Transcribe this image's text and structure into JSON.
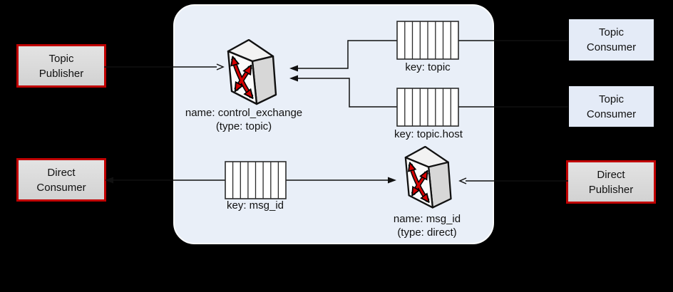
{
  "nodes": {
    "topic_publisher": {
      "label": "Topic Publisher"
    },
    "direct_consumer": {
      "label": "Direct Consumer"
    },
    "topic_consumer_top": {
      "label": "Topic Consumer"
    },
    "topic_consumer_bottom": {
      "label": "Topic Consumer"
    },
    "direct_publisher": {
      "label": "Direct Publisher"
    }
  },
  "broker": {
    "exchanges": [
      {
        "name_label": "name: control_exchange",
        "type_label": "(type: topic)",
        "icon": "exchange-switch-icon"
      },
      {
        "name_label": "name: msg_id",
        "type_label": "(type: direct)",
        "icon": "exchange-switch-icon"
      }
    ],
    "queues": [
      {
        "label": "key: topic",
        "icon": "queue-icon"
      },
      {
        "label": "key: topic.host",
        "icon": "queue-icon"
      },
      {
        "label": "key: msg_id",
        "icon": "queue-icon"
      }
    ]
  },
  "colors": {
    "background": "#000000",
    "broker_panel_fill": "#e9eff8",
    "broker_panel_border": "#fafcfe",
    "publisher_consumer_gray_fill": "#d9d9d9",
    "red_border": "#c00000",
    "topic_consumer_blue_fill": "#e4ebf7",
    "queue_fill": "#ffffff",
    "connector_line": "#111111",
    "exchange_arrow_red": "#d60000"
  }
}
